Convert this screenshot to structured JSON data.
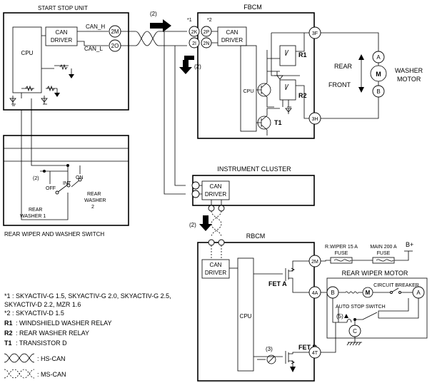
{
  "title": "",
  "modules": {
    "start_stop_unit": {
      "title": "START STOP UNIT",
      "cpu": "CPU",
      "can_driver": [
        "CAN",
        "DRIVER"
      ],
      "can_h": "CAN_H",
      "can_l": "CAN_L",
      "pins": [
        "2M",
        "2O"
      ]
    },
    "fbcm": {
      "title": "FBCM",
      "cpu": "CPU",
      "can_driver": [
        "CAN",
        "DRIVER"
      ],
      "pins": [
        "2K",
        "2P",
        "2I",
        "2N",
        "3F",
        "3H"
      ],
      "pin_notes": [
        "*1",
        "*2"
      ],
      "relays": [
        "R1",
        "R2"
      ],
      "transistor": "T1"
    },
    "instrument_cluster": {
      "title": "INSTRUMENT CLUSTER",
      "can_driver": [
        "CAN",
        "DRIVER"
      ]
    },
    "rbcm": {
      "title": "RBCM",
      "cpu": "CPU",
      "can_driver": [
        "CAN",
        "DRIVER"
      ],
      "pins": [
        "2M",
        "4A",
        "4T"
      ],
      "fet_a": "FET A",
      "fet_b": "FET B"
    },
    "rear_switch": {
      "title": "REAR WIPER AND WASHER SWITCH",
      "off": "OFF",
      "int": "INT",
      "on": "ON",
      "washer1": [
        "REAR",
        "WASHER 1"
      ],
      "washer2": [
        "REAR",
        "WASHER",
        "2"
      ]
    },
    "washer_motor": {
      "label": [
        "WASHER",
        "MOTOR"
      ],
      "rear": "REAR",
      "front": "FRONT",
      "pins": [
        "A",
        "B"
      ],
      "symbol": "M"
    },
    "rear_wiper_motor": {
      "title": "REAR WIPER MOTOR",
      "circuit_breaker": "CIRCUIT BREAKER",
      "auto_stop": "AUTO STOP SWITCH",
      "pins": [
        "B",
        "A",
        "C"
      ],
      "symbol": "M"
    },
    "fuses": [
      {
        "name": "R.WIPER 15 A",
        "type": "FUSE"
      },
      {
        "name": "MAIN 200 A",
        "type": "FUSE"
      }
    ],
    "battery": "B+"
  },
  "callouts": [
    "(2)",
    "(2)",
    "(2)",
    "(2)",
    "(3)",
    "(5)"
  ],
  "notes": [
    "*1 : SKYACTIV-G 1.5, SKYACTIV-G 2.0, SKYACTIV-G 2.5,",
    "SKYACTIV-D 2.2, MZR 1.6",
    "*2 : SKYACTIV-D 1.5"
  ],
  "legend": [
    {
      "key": "R1",
      "text": ": WINDSHIELD WASHER RELAY"
    },
    {
      "key": "R2",
      "text": ": REAR WASHER RELAY"
    },
    {
      "key": "T1",
      "text": ": TRANSISTOR D"
    }
  ],
  "line_legend": [
    {
      "style": "twisted-solid",
      "text": ": HS-CAN"
    },
    {
      "style": "twisted-dashed",
      "text": ": MS-CAN"
    }
  ]
}
